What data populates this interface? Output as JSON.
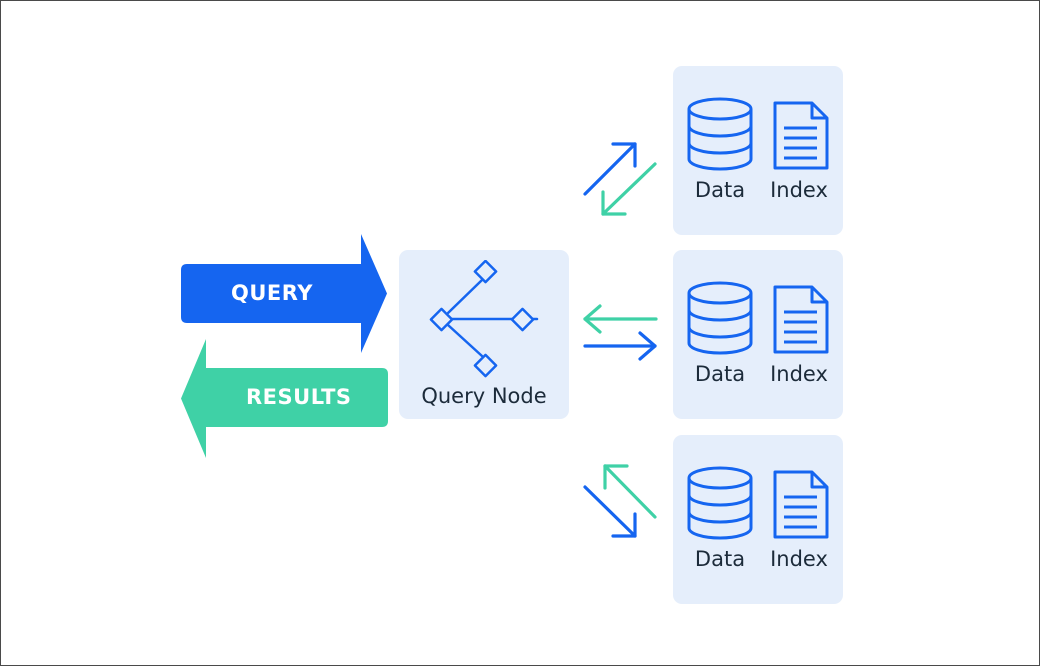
{
  "flow": {
    "query_label": "QUERY",
    "results_label": "RESULTS"
  },
  "query_node": {
    "label": "Query Node",
    "icon": "network-graph-icon"
  },
  "shards": [
    {
      "data_label": "Data",
      "index_label": "Index",
      "data_icon": "database-icon",
      "index_icon": "document-icon"
    },
    {
      "data_label": "Data",
      "index_label": "Index",
      "data_icon": "database-icon",
      "index_icon": "document-icon"
    },
    {
      "data_label": "Data",
      "index_label": "Index",
      "data_icon": "database-icon",
      "index_icon": "document-icon"
    }
  ],
  "colors": {
    "query_blue": "#1565f0",
    "results_green": "#3fd1a6",
    "box_fill": "#e5eefb",
    "icon_blue": "#1565f0"
  }
}
